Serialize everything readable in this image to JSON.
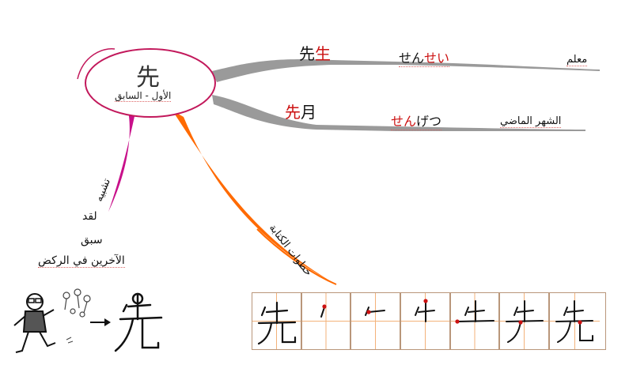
{
  "center": {
    "kanji": "先",
    "meaning": "الأول - السابق"
  },
  "words": [
    {
      "kanji_red": "",
      "kanji_black_1": "先",
      "kanji_red_2": "生",
      "kana_black": "せん",
      "kana_red": "せい",
      "kana_tail": "",
      "meaning": "معلم"
    },
    {
      "kanji_red": "先",
      "kanji_black_1": "月",
      "kanji_red_2": "",
      "kana_black": "",
      "kana_red": "せん",
      "kana_tail": "げつ",
      "meaning": "الشهر الماضي"
    }
  ],
  "branch_labels": {
    "analogy": "تشبيه",
    "stroke_order": "خطوات الكتابة"
  },
  "explanation": {
    "line1": "لقد",
    "line2": "سبق",
    "line3": "الآخرين في الركض"
  },
  "colors": {
    "pink": "#c8108a",
    "orange": "#ff6a00",
    "gray": "#9a9a9a",
    "red": "#cc1111",
    "grid": "#b9967a"
  },
  "stroke_steps": 7
}
